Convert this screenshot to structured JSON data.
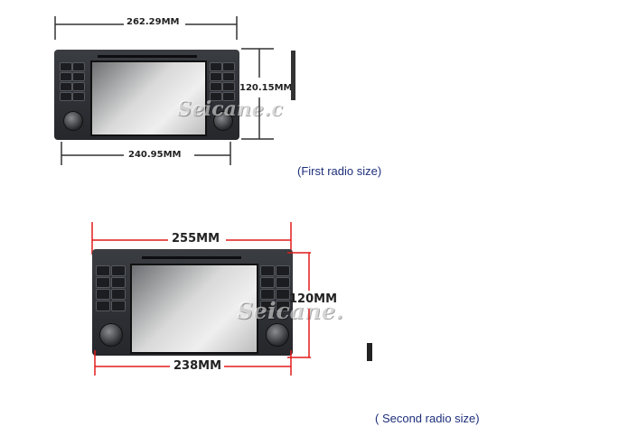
{
  "radio1": {
    "width_top": "262.29MM",
    "height": "120.15MM",
    "width_bottom": "240.95MM",
    "watermark": "Seicane.c",
    "caption": "(First radio size)"
  },
  "radio2": {
    "width_top": "255MM",
    "height": "120MM",
    "width_bottom": "238MM",
    "watermark": "Seicane.",
    "caption": "( Second radio size)"
  },
  "colors": {
    "dimension_line": "#e21b1b",
    "caption": "#1e2f7a"
  }
}
